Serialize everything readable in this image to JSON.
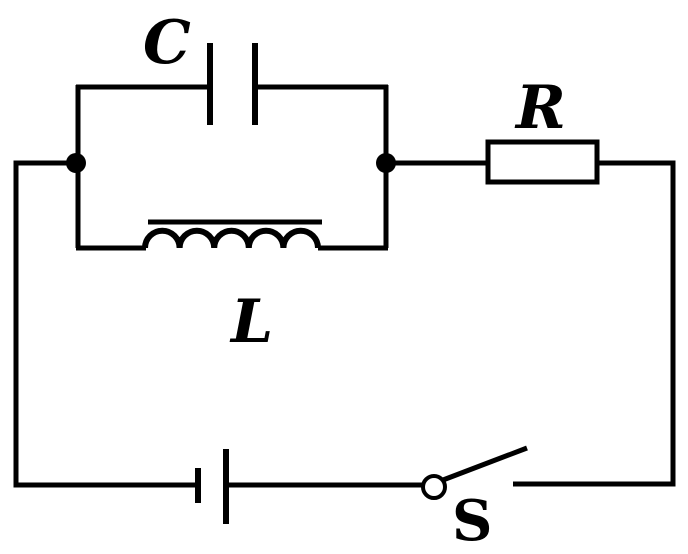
{
  "diagram": {
    "type": "circuit-schematic",
    "background_color": "#ffffff",
    "line_color": "#000000",
    "components": {
      "capacitor": {
        "label": "C"
      },
      "inductor": {
        "label": "L"
      },
      "resistor": {
        "label": "R"
      },
      "switch": {
        "label": "S",
        "state": "open"
      },
      "battery": {
        "kind": "single-cell"
      }
    },
    "topology": "capacitor C in parallel with inductor L; that block in series with resistor R, battery cell and open switch S around the outer loop"
  }
}
